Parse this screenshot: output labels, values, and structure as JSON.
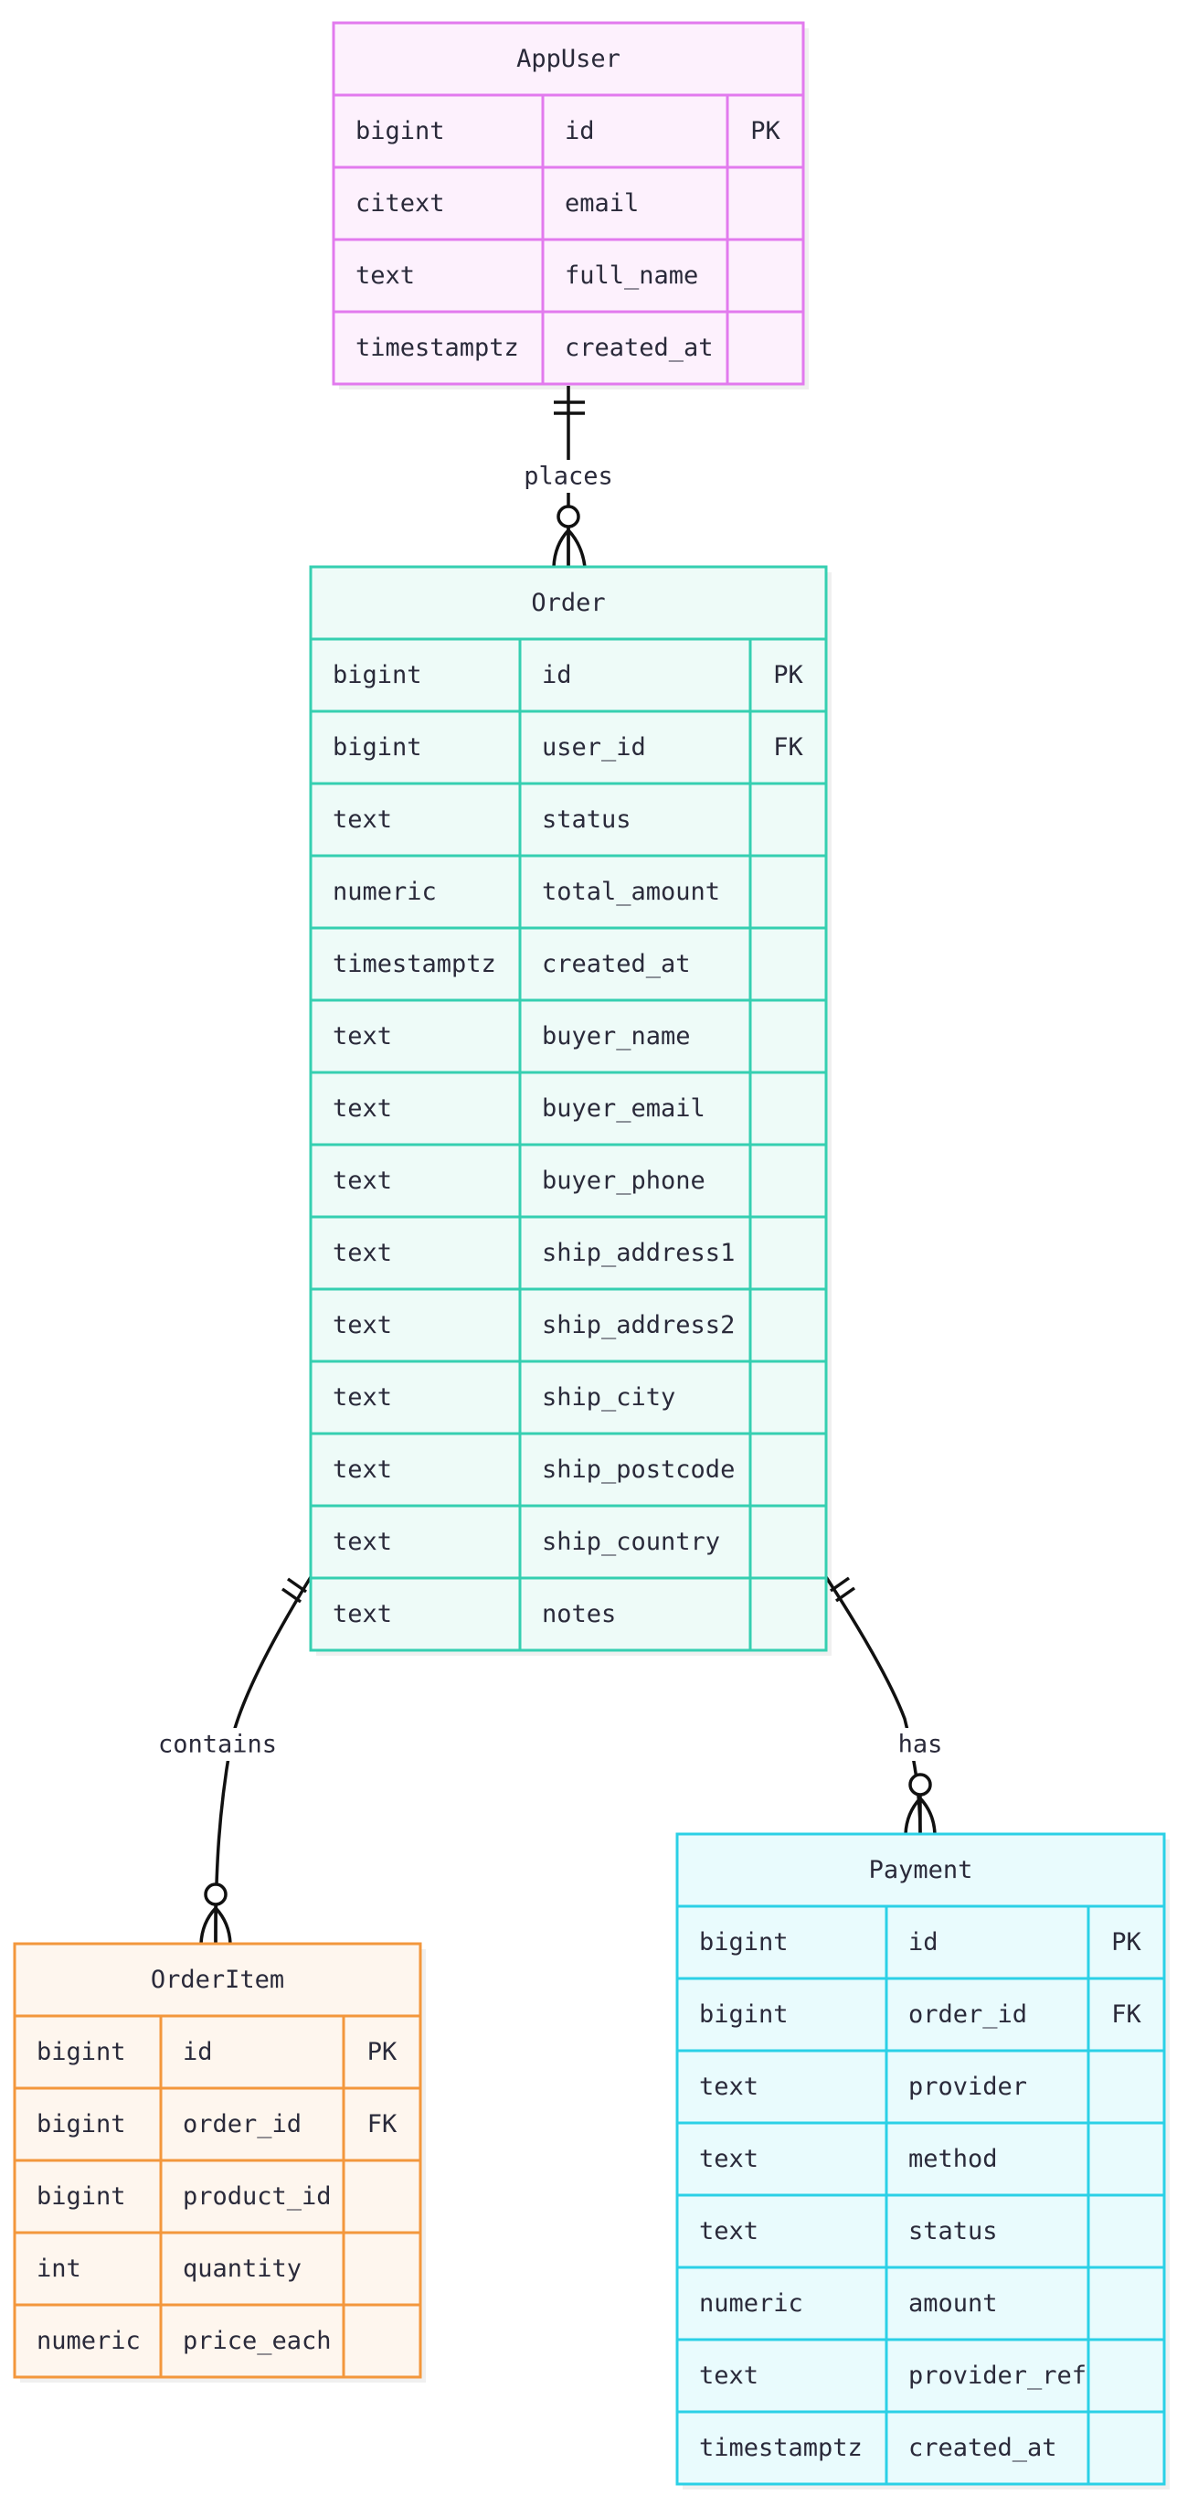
{
  "colors": {
    "appuser": {
      "stroke": "#e27aee",
      "fill": "#fdf1fd"
    },
    "order": {
      "stroke": "#35cfb1",
      "fill": "#eefbf8"
    },
    "orderitem": {
      "stroke": "#f3973c",
      "fill": "#fef6ee"
    },
    "payment": {
      "stroke": "#2bd0e6",
      "fill": "#e9fbfd"
    },
    "line": "#111111",
    "text": "#2a2a3a"
  },
  "entities": {
    "appuser": {
      "name": "AppUser",
      "columns": [
        {
          "type": "bigint",
          "name": "id",
          "key": "PK"
        },
        {
          "type": "citext",
          "name": "email",
          "key": ""
        },
        {
          "type": "text",
          "name": "full_name",
          "key": ""
        },
        {
          "type": "timestamptz",
          "name": "created_at",
          "key": ""
        }
      ]
    },
    "order": {
      "name": "Order",
      "columns": [
        {
          "type": "bigint",
          "name": "id",
          "key": "PK"
        },
        {
          "type": "bigint",
          "name": "user_id",
          "key": "FK"
        },
        {
          "type": "text",
          "name": "status",
          "key": ""
        },
        {
          "type": "numeric",
          "name": "total_amount",
          "key": ""
        },
        {
          "type": "timestamptz",
          "name": "created_at",
          "key": ""
        },
        {
          "type": "text",
          "name": "buyer_name",
          "key": ""
        },
        {
          "type": "text",
          "name": "buyer_email",
          "key": ""
        },
        {
          "type": "text",
          "name": "buyer_phone",
          "key": ""
        },
        {
          "type": "text",
          "name": "ship_address1",
          "key": ""
        },
        {
          "type": "text",
          "name": "ship_address2",
          "key": ""
        },
        {
          "type": "text",
          "name": "ship_city",
          "key": ""
        },
        {
          "type": "text",
          "name": "ship_postcode",
          "key": ""
        },
        {
          "type": "text",
          "name": "ship_country",
          "key": ""
        },
        {
          "type": "text",
          "name": "notes",
          "key": ""
        }
      ]
    },
    "orderitem": {
      "name": "OrderItem",
      "columns": [
        {
          "type": "bigint",
          "name": "id",
          "key": "PK"
        },
        {
          "type": "bigint",
          "name": "order_id",
          "key": "FK"
        },
        {
          "type": "bigint",
          "name": "product_id",
          "key": ""
        },
        {
          "type": "int",
          "name": "quantity",
          "key": ""
        },
        {
          "type": "numeric",
          "name": "price_each",
          "key": ""
        }
      ]
    },
    "payment": {
      "name": "Payment",
      "columns": [
        {
          "type": "bigint",
          "name": "id",
          "key": "PK"
        },
        {
          "type": "bigint",
          "name": "order_id",
          "key": "FK"
        },
        {
          "type": "text",
          "name": "provider",
          "key": ""
        },
        {
          "type": "text",
          "name": "method",
          "key": ""
        },
        {
          "type": "text",
          "name": "status",
          "key": ""
        },
        {
          "type": "numeric",
          "name": "amount",
          "key": ""
        },
        {
          "type": "text",
          "name": "provider_ref",
          "key": ""
        },
        {
          "type": "timestamptz",
          "name": "created_at",
          "key": ""
        }
      ]
    }
  },
  "relationships": [
    {
      "id": "places",
      "label": "places",
      "from": "AppUser",
      "to": "Order",
      "from_cardinality": "exactly-one",
      "to_cardinality": "zero-or-many"
    },
    {
      "id": "contains",
      "label": "contains",
      "from": "Order",
      "to": "OrderItem",
      "from_cardinality": "exactly-one",
      "to_cardinality": "zero-or-many"
    },
    {
      "id": "has",
      "label": "has",
      "from": "Order",
      "to": "Payment",
      "from_cardinality": "exactly-one",
      "to_cardinality": "zero-or-many"
    }
  ]
}
